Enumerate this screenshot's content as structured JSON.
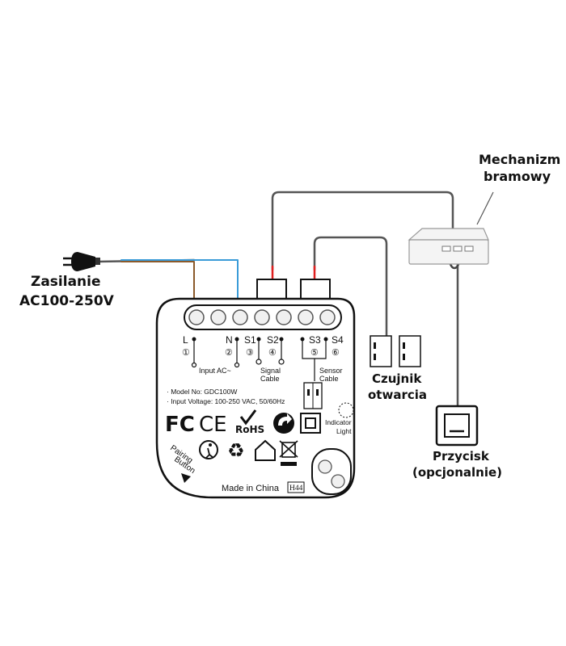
{
  "labels": {
    "power_line1": "Zasilanie",
    "power_line2": "AC100-250V",
    "gate_line1": "Mechanizm",
    "gate_line2": "bramowy",
    "sensor_line1": "Czujnik",
    "sensor_line2": "otwarcia",
    "button_line1": "Przycisk",
    "button_line2": "(opcjonalnie)"
  },
  "module": {
    "terminals": [
      "L",
      "N",
      "S1",
      "S2",
      "S3",
      "S4"
    ],
    "terminal_numbers": [
      "①",
      "②",
      "③",
      "④",
      "⑤",
      "⑥"
    ],
    "input_label": "Input AC~",
    "signal_label_1": "Signal",
    "signal_label_2": "Cable",
    "sensor_label_1": "Sensor",
    "sensor_label_2": "Cable",
    "model": "· Model No: GDC100W",
    "voltage": "· Input Voltage: 100-250 VAC, 50/60Hz",
    "fc": "FC",
    "ce": "CE",
    "rohs": "RoHS",
    "indicator_1": "Indicator",
    "indicator_2": "Light",
    "pairing_1": "Pairing",
    "pairing_2": "Button",
    "made_in": "Made in China",
    "code": "H44"
  },
  "colors": {
    "live_wire": "#8b5a2b",
    "neutral_wire": "#3a9bd8",
    "red_wire": "#e02020",
    "gray_wire": "#555555"
  },
  "icons": [
    "plug-icon",
    "gate-opener-icon",
    "door-sensor-icon",
    "wall-button-icon",
    "recycle-icon",
    "house-icon",
    "crossed-bin-icon"
  ]
}
